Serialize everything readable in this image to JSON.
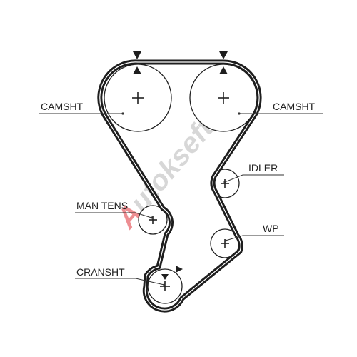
{
  "diagram": {
    "labels": {
      "camshaft_left": "CAMSHT",
      "camshaft_right": "CAMSHT",
      "idler": "IDLER",
      "manual_tensioner": "MAN TENS",
      "water_pump": "WP",
      "crankshaft": "CRANSHT"
    },
    "watermark": {
      "prefix": "A",
      "rest": "utokseft"
    },
    "colors": {
      "belt": "#1e1e1e",
      "text": "#222222",
      "watermark_accent": "#e0323a",
      "watermark_text": "#b8b8b8"
    }
  }
}
